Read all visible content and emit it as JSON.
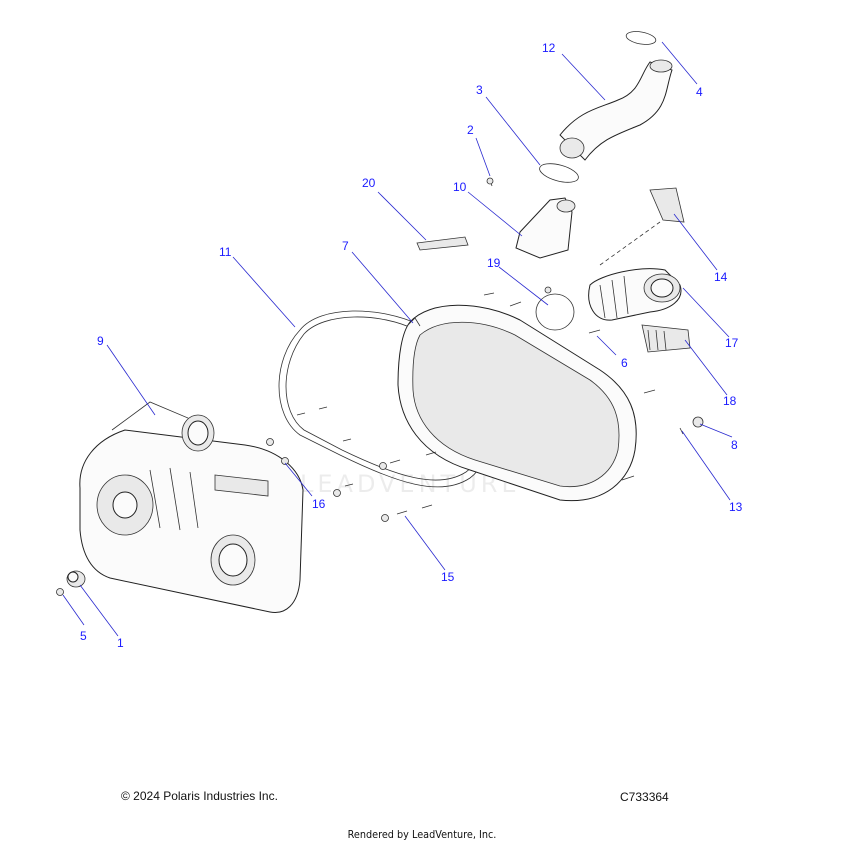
{
  "footer": {
    "copyright": "© 2024 Polaris Industries Inc.",
    "diagram_code": "C733364",
    "rendered_by": "Rendered by LeadVenture, Inc."
  },
  "watermark": "LEADVENTURE",
  "callouts": {
    "c1": "1",
    "c2": "2",
    "c3": "3",
    "c4": "4",
    "c5": "5",
    "c6": "6",
    "c7": "7",
    "c8": "8",
    "c9": "9",
    "c10": "10",
    "c11": "11",
    "c12": "12",
    "c13": "13",
    "c14": "14",
    "c15": "15",
    "c16": "16",
    "c17": "17",
    "c18": "18",
    "c19": "19",
    "c20": "20"
  },
  "colors": {
    "callout": "#1a1aff",
    "line": "#222222"
  }
}
